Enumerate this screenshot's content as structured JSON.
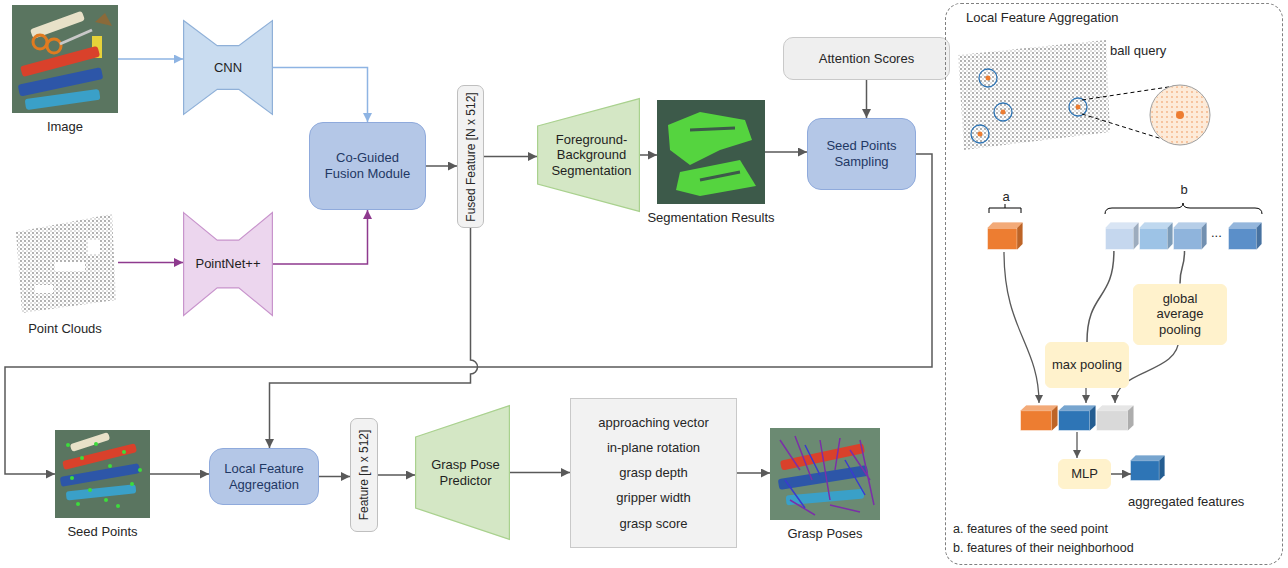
{
  "diagram": {
    "nodes": [
      {
        "text": [
          "Image"
        ]
      },
      {
        "text": [
          "CNN"
        ]
      },
      {
        "text": [
          "Co-Guided Fusion Module"
        ]
      },
      {
        "text": [
          "Point Clouds"
        ]
      },
      {
        "text": [
          "PointNet++"
        ]
      },
      {
        "text": [
          "Fused Feature [N x 512]"
        ]
      },
      {
        "text": [
          "Foreground-Background Segmentation"
        ]
      },
      {
        "text": [
          "Segmentation Results"
        ]
      },
      {
        "text": [
          "Attention Scores"
        ]
      },
      {
        "text": [
          "Seed Points Sampling"
        ]
      },
      {
        "text": [
          "Seed Points"
        ]
      },
      {
        "text": [
          "Local Feature Aggregation"
        ]
      },
      {
        "text": [
          "Feature [n x 512]"
        ]
      },
      {
        "text": [
          "Grasp Pose Predictor"
        ]
      },
      {
        "text": [
          "approaching vector",
          "in-plane rotation",
          "grasp depth",
          "gripper width",
          "grasp score"
        ]
      },
      {
        "text": [
          "Grasp Poses"
        ]
      },
      {
        "text": [
          "Local Feature Aggregation"
        ]
      },
      {
        "text": [
          "a"
        ],
        "in": 16
      },
      {
        "text": [
          "b",
          "..."
        ],
        "in": 16
      },
      {
        "text": [
          "max pooling"
        ],
        "in": 16
      },
      {
        "text": [
          "global average pooling"
        ],
        "in": 16
      },
      {
        "text": [
          "MLP"
        ],
        "in": 16
      },
      {
        "text": [
          "aggregated features"
        ],
        "in": 16
      }
    ],
    "edges": [
      {
        "from": 0,
        "to": 1,
        "arrow": "to"
      },
      {
        "from": 1,
        "to": 2,
        "arrow": "to"
      },
      {
        "from": 3,
        "to": 4,
        "arrow": "to"
      },
      {
        "from": 4,
        "to": 2,
        "arrow": "to"
      },
      {
        "from": 2,
        "to": 5,
        "arrow": "to"
      },
      {
        "from": 5,
        "to": 6,
        "arrow": "to"
      },
      {
        "from": 6,
        "to": 7,
        "arrow": "to"
      },
      {
        "from": 7,
        "to": 9,
        "arrow": "to"
      },
      {
        "from": 8,
        "to": 9,
        "arrow": "to"
      },
      {
        "from": 9,
        "to": 10,
        "arrow": "to"
      },
      {
        "from": 5,
        "to": 11,
        "arrow": "to"
      },
      {
        "from": 10,
        "to": 11,
        "arrow": "to"
      },
      {
        "from": 11,
        "to": 12,
        "arrow": "to"
      },
      {
        "from": 12,
        "to": 13,
        "arrow": "to"
      },
      {
        "from": 13,
        "to": 14,
        "arrow": "to"
      },
      {
        "from": 14,
        "to": 15,
        "arrow": "to"
      },
      {
        "from": 18,
        "to": 19,
        "arrow": "none"
      },
      {
        "from": 18,
        "to": 20,
        "arrow": "none"
      },
      {
        "from": 21,
        "to": 22,
        "arrow": "to"
      }
    ],
    "labels": [
      "ball query",
      "a. features of the seed point",
      "b. features of their neighborhood"
    ]
  }
}
